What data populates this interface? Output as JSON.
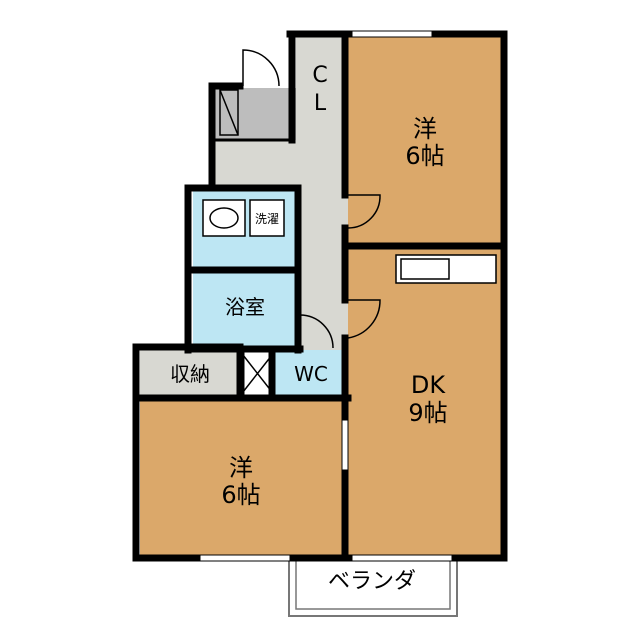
{
  "rooms": {
    "western_top": {
      "line1": "洋",
      "line2": "6帖"
    },
    "closet": {
      "line1": "C",
      "line2": "L"
    },
    "washroom": {
      "label": "洗濯"
    },
    "bath": {
      "label": "浴室"
    },
    "storage": {
      "label": "収納"
    },
    "wc": {
      "label": "WC"
    },
    "dk": {
      "line1": "DK",
      "line2": "9帖"
    },
    "western_bottom": {
      "line1": "洋",
      "line2": "6帖"
    },
    "balcony": {
      "label": "ベランダ"
    }
  },
  "colors": {
    "wall": "#000000",
    "room_wood": "#dba86a",
    "hall": "#d8d8d2",
    "water": "#bde6f3",
    "storage": "#d8d8d2",
    "entrance": "#bdbdbd"
  }
}
